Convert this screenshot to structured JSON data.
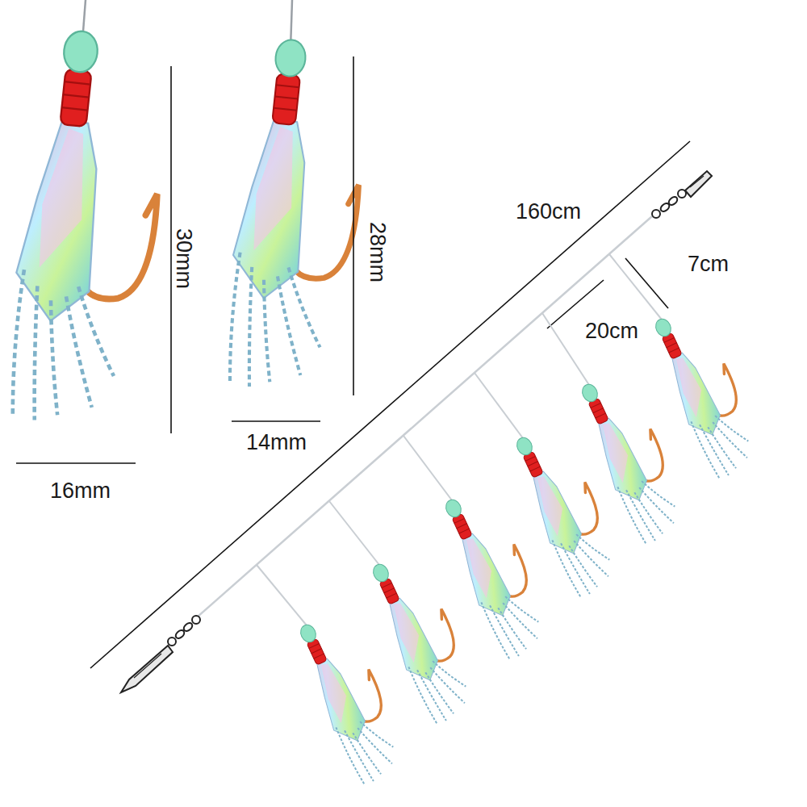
{
  "diagram": {
    "labels": [
      "30mm",
      "28mm",
      "16mm",
      "14mm",
      "160cm",
      "7cm",
      "20cm"
    ]
  }
}
